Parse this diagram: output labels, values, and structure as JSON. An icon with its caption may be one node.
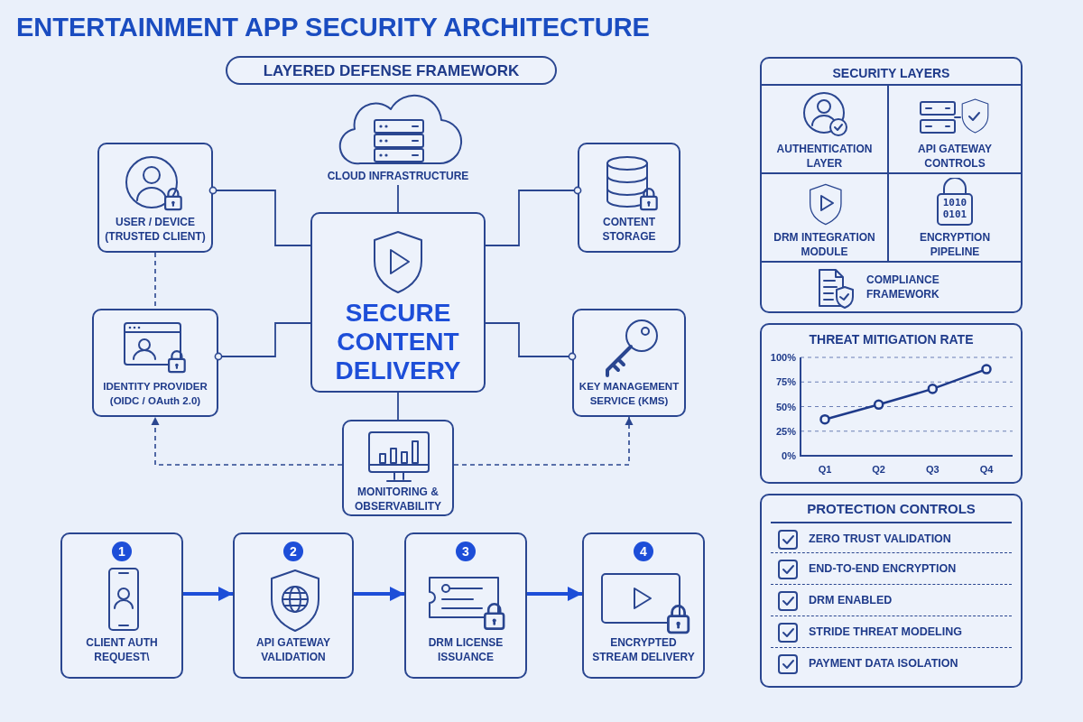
{
  "diagram": {
    "title": "ENTERTAINMENT APP SECURITY ARCHITECTURE",
    "nodes": [
      {
        "text": [
          "LAYERED DEFENSE FRAMEWORK"
        ]
      },
      {
        "text": [
          "CLOUD INFRASTRUCTURE"
        ]
      },
      {
        "text": [
          "USER / DEVICE (TRUSTED CLIENT)"
        ]
      },
      {
        "text": [
          "CONTENT STORAGE"
        ]
      },
      {
        "text": [
          "SECURE CONTENT DELIVERY"
        ]
      },
      {
        "text": [
          "IDENTITY PROVIDER (OIDC / OAuth 2.0)"
        ]
      },
      {
        "text": [
          "KEY MANAGEMENT SERVICE (KMS)"
        ]
      },
      {
        "text": [
          "MONITORING & OBSERVABILITY"
        ]
      },
      {
        "text": [
          "1",
          "CLIENT AUTH REQUEST\\"
        ]
      },
      {
        "text": [
          "2",
          "API GATEWAY VALIDATION"
        ]
      },
      {
        "text": [
          "3",
          "DRM LICENSE ISSUANCE"
        ]
      },
      {
        "text": [
          "4",
          "ENCRYPTED STREAM DELIVERY"
        ]
      },
      {
        "text": [
          "SECURITY LAYERS"
        ]
      },
      {
        "text": [
          "AUTHENTICATION LAYER"
        ],
        "in": 12
      },
      {
        "text": [
          "API GATEWAY CONTROLS"
        ],
        "in": 12
      },
      {
        "text": [
          "DRM INTEGRATION MODULE"
        ],
        "in": 12
      },
      {
        "text": [
          "ENCRYPTION PIPELINE"
        ],
        "in": 12
      },
      {
        "text": [
          "COMPLIANCE FRAMEWORK"
        ],
        "in": 12
      },
      {
        "text": [
          "PROTECTION CONTROLS"
        ]
      },
      {
        "text": [
          "ZERO TRUST VALIDATION"
        ],
        "in": 18
      },
      {
        "text": [
          "END-TO-END ENCRYPTION"
        ],
        "in": 18
      },
      {
        "text": [
          "DRM ENABLED"
        ],
        "in": 18
      },
      {
        "text": [
          "STRIDE THREAT MODELING"
        ],
        "in": 18
      },
      {
        "text": [
          "PAYMENT DATA ISOLATION"
        ],
        "in": 18
      }
    ],
    "edges": [
      {
        "from": 2,
        "to": 4,
        "arrow": "other"
      },
      {
        "from": 1,
        "to": 4,
        "arrow": "none"
      },
      {
        "from": 3,
        "to": 4,
        "arrow": "other"
      },
      {
        "from": 5,
        "to": 4,
        "arrow": "other"
      },
      {
        "from": 6,
        "to": 4,
        "arrow": "other"
      },
      {
        "from": 4,
        "to": 7,
        "arrow": "none"
      },
      {
        "from": 2,
        "to": 5,
        "arrow": "none",
        "style": "dashed"
      },
      {
        "from": 7,
        "to": 5,
        "arrow": "to",
        "style": "dashed"
      },
      {
        "from": 7,
        "to": 6,
        "arrow": "to",
        "style": "dashed"
      },
      {
        "from": 8,
        "to": 9,
        "arrow": "to",
        "style": "thick",
        "color": "#1d4ed8"
      },
      {
        "from": 9,
        "to": 10,
        "arrow": "to",
        "style": "thick",
        "color": "#1d4ed8"
      },
      {
        "from": 10,
        "to": 11,
        "arrow": "to",
        "style": "thick",
        "color": "#1d4ed8"
      }
    ],
    "labels": [
      "1010",
      "0101"
    ],
    "chart_data": {
      "type": "line",
      "title": "THREAT MITIGATION RATE",
      "categories": [
        "Q1",
        "Q2",
        "Q3",
        "Q4"
      ],
      "series": [
        {
          "color": "#1e3a8a",
          "marker": "circle",
          "values": [
            37,
            52,
            68,
            88
          ]
        }
      ],
      "grid": true,
      "ylim": [
        0,
        100
      ],
      "yticks": [
        {
          "value": 0,
          "label": "0%"
        },
        {
          "value": 25,
          "label": "25%"
        },
        {
          "value": 50,
          "label": "50%"
        },
        {
          "value": 75,
          "label": "75%"
        },
        {
          "value": 100,
          "label": "100%"
        }
      ]
    }
  }
}
